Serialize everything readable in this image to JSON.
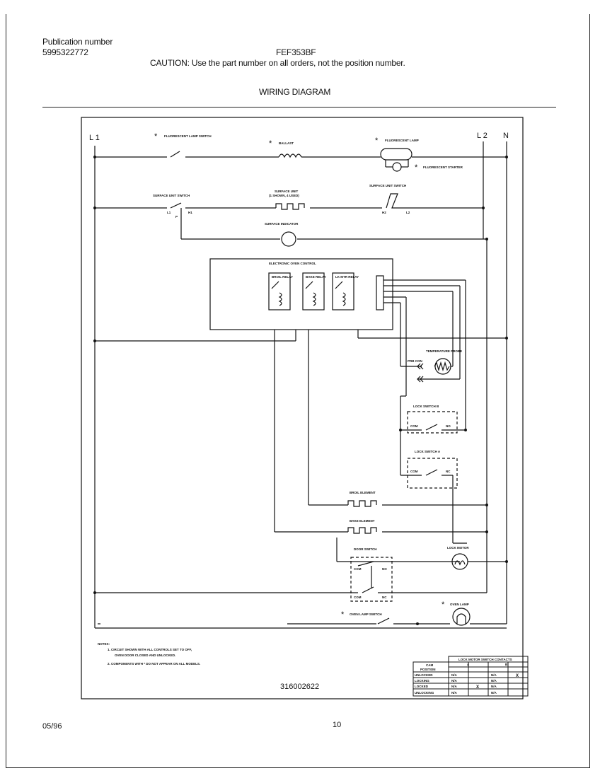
{
  "header": {
    "publication_label": "Publication number",
    "publication_number": "5995322772",
    "model": "FEF353BF",
    "caution": "CAUTION:  Use the part number on all orders, not the position number.",
    "section_title": "WIRING DIAGRAM"
  },
  "diagram": {
    "line_l1": "L 1",
    "line_l2": "L 2",
    "line_n": "N",
    "fluorescent_switch": "FLUORESCENT LAMP SWITCH",
    "ballast": "BALLAST",
    "fluorescent_lamp": "FLUORESCENT LAMP",
    "fluorescent_starter": "FLUORESCENT STARTER",
    "surface_unit_switch_left": "SURFACE UNIT SWITCH",
    "surface_unit": "SURFACE UNIT",
    "surface_unit_detail": "(1 SHOWN, 4 USED)",
    "surface_unit_switch_right": "SURFACE UNIT SWITCH",
    "surface_indicator": "SURFACE INDICATOR",
    "electronic_control": "ELECTRONIC OVEN CONTROL",
    "relay_1": "BROIL RELAY",
    "relay_2": "BAKE RELAY",
    "relay_3": "LK MTR RELAY",
    "temperature_probe": "TEMPERATURE PROBE",
    "probe_receptacle": "PRB CON",
    "lock_switch_b": "LOCK SWITCH B",
    "lock_switch_a": "LOCK SWITCH A",
    "broil_element": "BROIL ELEMENT",
    "bake_element": "BAKE ELEMENT",
    "door_switch": "DOOR SWITCH",
    "lock_motor": "LOCK MOTOR",
    "oven_lamp": "OVEN LAMP",
    "oven_lamp_switch": "OVEN LAMP SWITCH",
    "asterisk": "*",
    "term_l1": "L1",
    "term_p": "P",
    "term_h1": "H1",
    "term_h2": "H2",
    "term_l2": "L2",
    "term_com": "COM",
    "term_no": "NO",
    "term_nc": "NC"
  },
  "notes": {
    "title": "NOTES:",
    "line1": "1.  CIRCUIT SHOWN WITH ALL CONTROLS SET TO OFF,",
    "line1b": "OVEN DOOR CLOSED AND UNLOCKED.",
    "line2": "2.  COMPONENTS WITH * DO NOT APPEAR ON ALL MODELS."
  },
  "table": {
    "title": "LOCK MOTOR SWITCH CONTACTS",
    "col_a": "A",
    "col_b": "B",
    "header_left": "CAM",
    "header_left2": "POSITION",
    "rows": [
      "UNLOCKED",
      "LOCKING",
      "LOCKED",
      "UNLOCKING"
    ],
    "cell_x": "X",
    "cell_na": "N/A"
  },
  "footer": {
    "diagram_number": "316002622",
    "date": "05/96",
    "page_number": "10"
  }
}
